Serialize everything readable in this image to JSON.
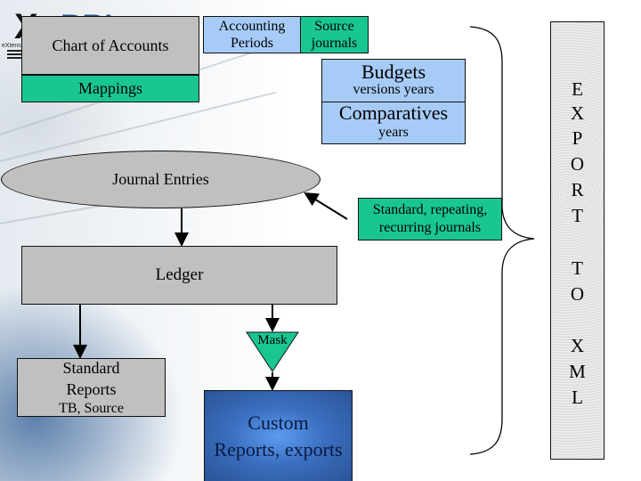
{
  "logo": {
    "mark": "XBRL",
    "tagline": "eXtensible"
  },
  "boxes": {
    "chart_of_accounts": "Chart of Accounts",
    "mappings": "Mappings",
    "accounting_periods": [
      "Accounting",
      "Periods"
    ],
    "source_journals": [
      "Source",
      "journals"
    ],
    "budgets": {
      "title": "Budgets",
      "subtitle": "versions years"
    },
    "comparatives": {
      "title": "Comparatives",
      "subtitle": "years"
    },
    "journal_entries": "Journal Entries",
    "standard_repeating": [
      "Standard, repeating,",
      "recurring journals"
    ],
    "ledger": "Ledger",
    "mask": "Mask",
    "standard_reports": [
      "Standard",
      "Reports",
      "TB, Source"
    ],
    "custom_reports": [
      "Custom",
      "Reports, exports"
    ]
  },
  "export_panel": {
    "letters": [
      "E",
      "X",
      "P",
      "O",
      "R",
      "T",
      "T",
      "O",
      "X",
      "M",
      "L"
    ]
  },
  "colors": {
    "gray": "#c0c0c0",
    "green": "#19c691",
    "blue": "#a6cbf6",
    "custom_blue": "#3b6fbf"
  }
}
